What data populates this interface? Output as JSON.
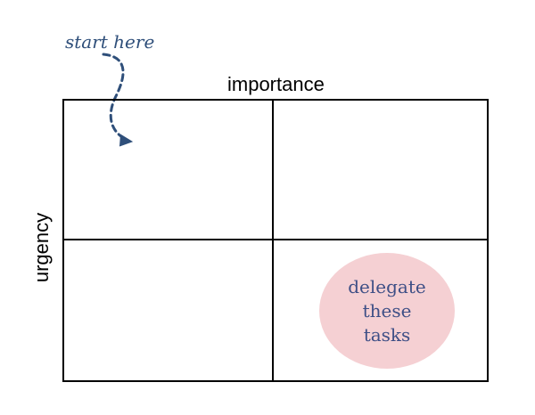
{
  "annotation": {
    "start_label": "start here"
  },
  "axes": {
    "top_label": "importance",
    "left_label": "urgency"
  },
  "delegate_note": {
    "lines": [
      "delegate",
      "these",
      "tasks"
    ]
  },
  "colors": {
    "annotation": "#2f4f7a",
    "bubble_fill": "#f5d0d3",
    "bubble_text": "#3e4f86",
    "grid_line": "#000000"
  },
  "icons": {
    "pointer": "dashed-curved-arrow-icon"
  }
}
